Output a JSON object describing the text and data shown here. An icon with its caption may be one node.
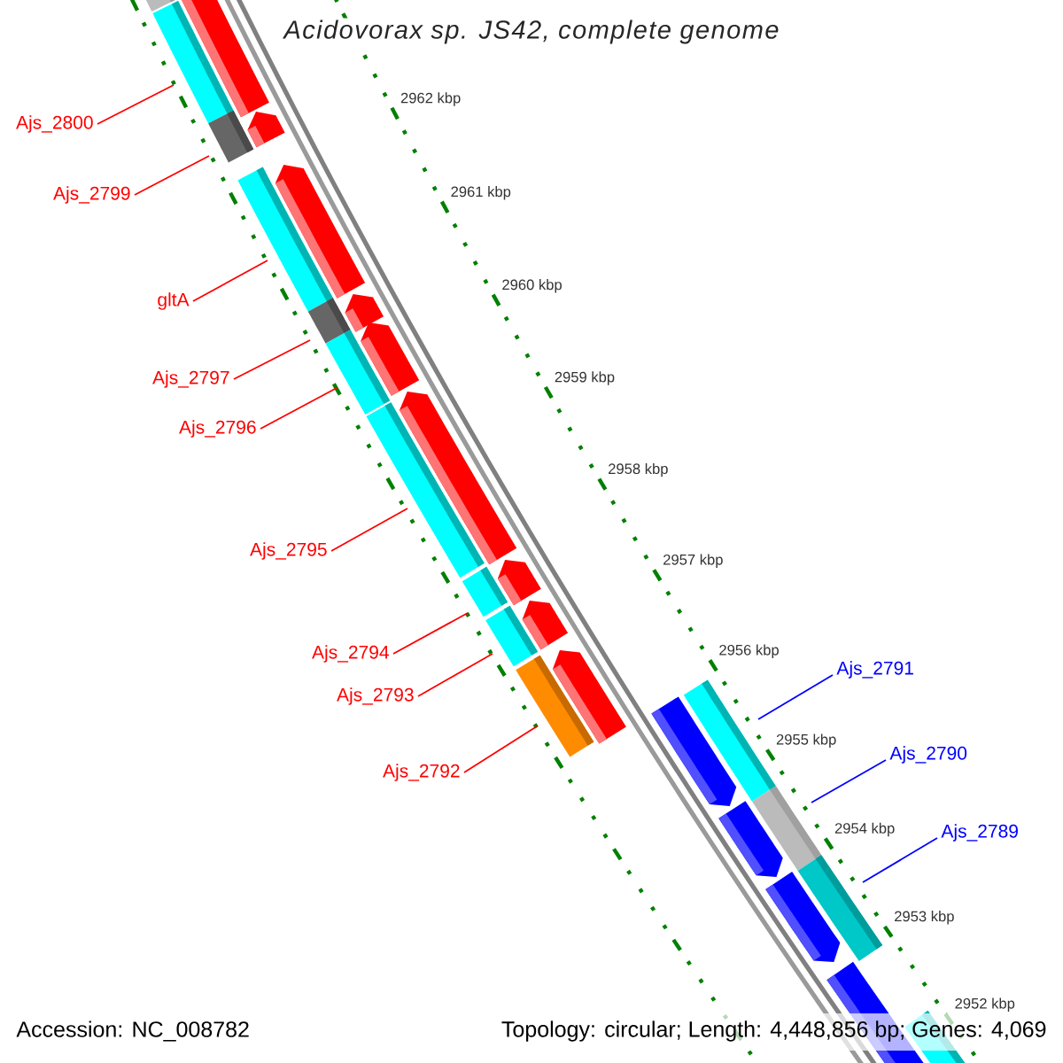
{
  "diagram": {
    "title": "Acidovorax sp. JS42, complete genome",
    "nodes": [
      {
        "text": [
          "Ajs_2800"
        ]
      },
      {
        "text": [
          "Ajs_2799"
        ]
      },
      {
        "text": [
          "gltA"
        ]
      },
      {
        "text": [
          "Ajs_2797"
        ]
      },
      {
        "text": [
          "Ajs_2796"
        ]
      },
      {
        "text": [
          "Ajs_2795"
        ]
      },
      {
        "text": [
          "Ajs_2794"
        ]
      },
      {
        "text": [
          "Ajs_2793"
        ]
      },
      {
        "text": [
          "Ajs_2792"
        ]
      },
      {
        "text": [
          "Ajs_2791"
        ]
      },
      {
        "text": [
          "Ajs_2790"
        ]
      },
      {
        "text": [
          "Ajs_2789"
        ]
      }
    ],
    "edges": [
      {
        "from": 0,
        "to": null,
        "arrow": "none"
      },
      {
        "from": 1,
        "to": null,
        "arrow": "none"
      },
      {
        "from": 2,
        "to": null,
        "arrow": "none"
      },
      {
        "from": 3,
        "to": null,
        "arrow": "none"
      },
      {
        "from": 4,
        "to": null,
        "arrow": "none"
      },
      {
        "from": 5,
        "to": null,
        "arrow": "none"
      },
      {
        "from": 6,
        "to": null,
        "arrow": "none"
      },
      {
        "from": 7,
        "to": null,
        "arrow": "none"
      },
      {
        "from": 8,
        "to": null,
        "arrow": "none"
      },
      {
        "from": 9,
        "to": null,
        "arrow": "none",
        "color": "#0000ff"
      },
      {
        "from": 10,
        "to": null,
        "arrow": "none",
        "color": "#0000ff"
      },
      {
        "from": 11,
        "to": null,
        "arrow": "none",
        "color": "#0000ff"
      }
    ],
    "labels": [
      "2962 kbp",
      "2961 kbp",
      "2960 kbp",
      "2959 kbp",
      "2958 kbp",
      "2957 kbp",
      "2956 kbp",
      "2955 kbp",
      "2954 kbp",
      "2953 kbp",
      "2952 kbp",
      "Accession: NC_008782",
      "Topology: circular; Length: 4,448,856 bp; Genes: 4,069"
    ]
  }
}
